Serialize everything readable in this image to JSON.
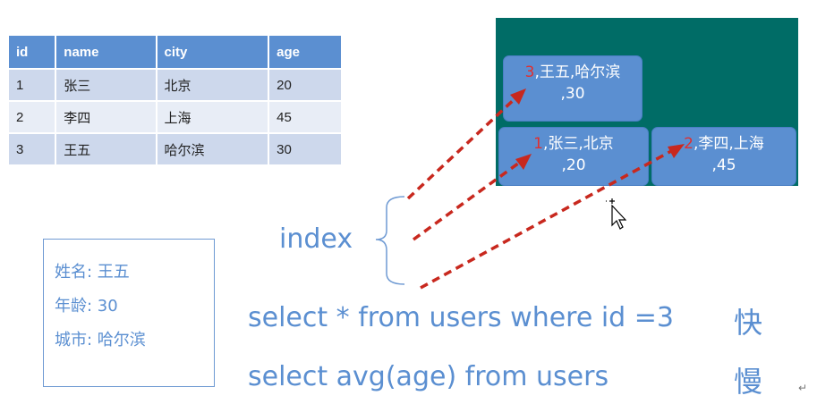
{
  "table": {
    "headers": [
      "id",
      "name",
      "city",
      "age"
    ],
    "rows": [
      [
        "1",
        "张三",
        "北京",
        "20"
      ],
      [
        "2",
        "李四",
        "上海",
        "45"
      ],
      [
        "3",
        "王五",
        "哈尔滨",
        "30"
      ]
    ]
  },
  "tree": {
    "node_top": {
      "num": "3",
      "text": ",王五,哈尔滨",
      "line2": ",30"
    },
    "node_left": {
      "num": "1",
      "text": ",张三,北京",
      "line2": ",20"
    },
    "node_right": {
      "num": "2",
      "text": ",李四,上海",
      "line2": ",45"
    }
  },
  "card": {
    "name_line": "姓名: 王五",
    "age_line": "年龄: 30",
    "city_line": "城市: 哈尔滨"
  },
  "index_label": "index",
  "queries": {
    "fast_query": "select * from users where id =3",
    "fast_label": "快",
    "slow_query": "select avg(age) from users",
    "slow_label": "慢"
  },
  "colors": {
    "accent": "#5b8fd1",
    "panel": "#006c66",
    "arrow": "#c8281e"
  }
}
